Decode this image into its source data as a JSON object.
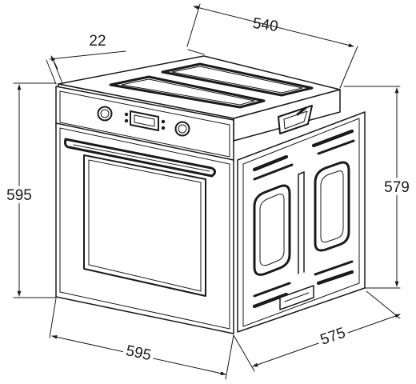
{
  "dimensions": {
    "depth_top": "540",
    "door_thickness": "22",
    "height_front": "595",
    "height_side": "579",
    "width_front": "595",
    "depth_side": "575"
  },
  "colors": {
    "line": "#1a1a1a",
    "background": "#ffffff"
  }
}
